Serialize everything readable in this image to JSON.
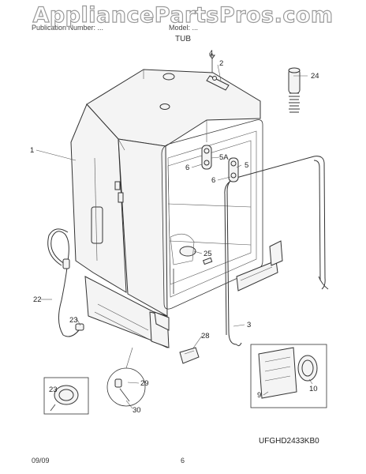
{
  "watermark": "AppliancePartsPros.com",
  "header": {
    "left": "Publication Number: ...",
    "right": "Model: ...",
    "title": "TUB"
  },
  "diagram_code": "UFGHD2433KB0",
  "footer": {
    "date": "09/09",
    "page": "6"
  },
  "callouts": {
    "c1": "1",
    "c2": "2",
    "c3": "3",
    "c4": "4",
    "c5": "5",
    "c5a": "5A",
    "c6a": "6",
    "c6b": "6",
    "c9": "9",
    "c10": "10",
    "c22": "22",
    "c23a": "23",
    "c23b": "23",
    "c24": "24",
    "c25": "25",
    "c28": "28",
    "c29": "29",
    "c30": "30"
  }
}
